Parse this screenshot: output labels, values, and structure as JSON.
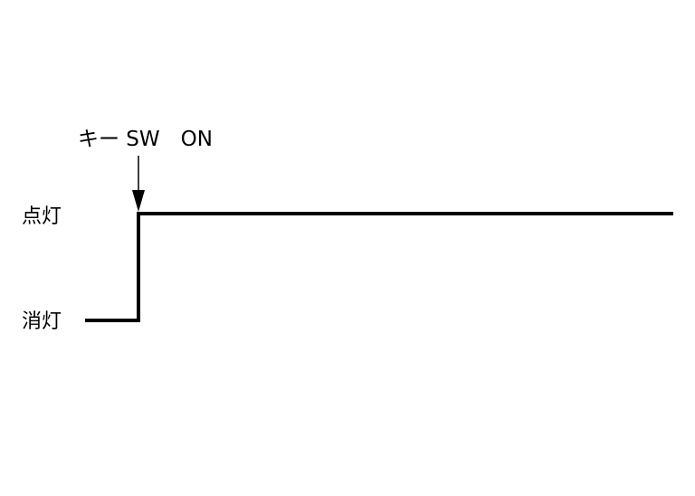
{
  "diagram": {
    "event_label": "キー SW　ON",
    "state_on_label": "点灯",
    "state_off_label": "消灯",
    "line_color": "#000000",
    "background_color": "#ffffff"
  }
}
